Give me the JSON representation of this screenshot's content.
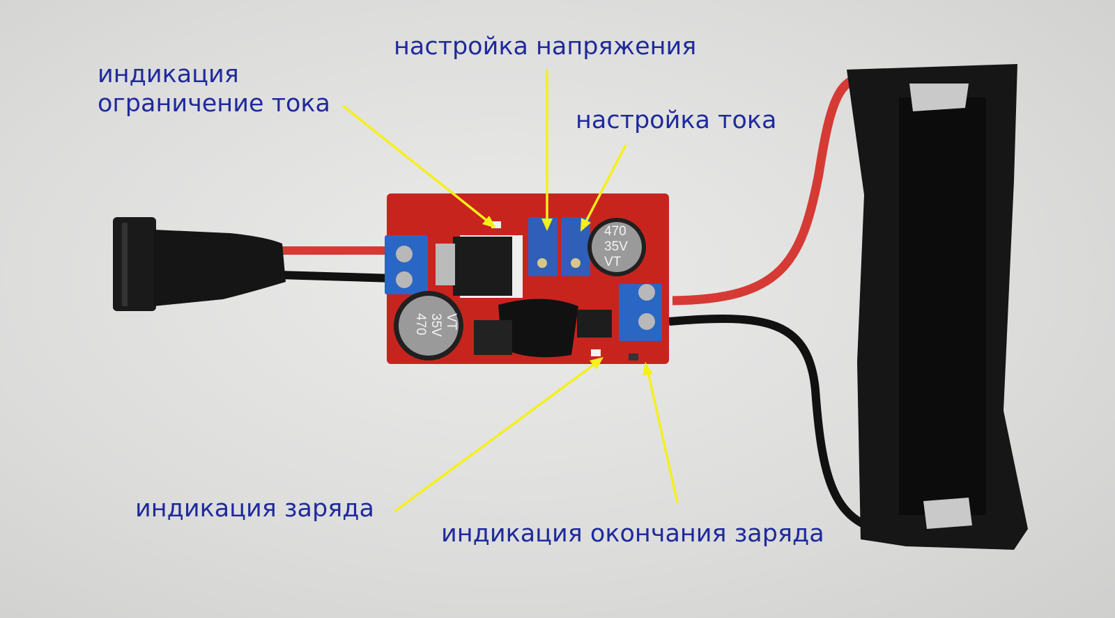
{
  "annotations": {
    "current_limit_indicator": {
      "line1": "индикация",
      "line2": "ограничение тока"
    },
    "voltage_adjust": "настройка напряжения",
    "current_adjust": "настройка тока",
    "charge_indicator": "индикация заряда",
    "charge_complete_indicator": "индикация окончания заряда"
  },
  "component_markings": {
    "capacitor_top": [
      "470",
      "35V",
      "VT"
    ],
    "capacitor_bottom": [
      "470",
      "35V",
      "VT"
    ]
  },
  "colors": {
    "label_text": "#1f2a9c",
    "arrow": "#f5f01a",
    "pcb": "#c8241e",
    "trimmer": "#2f5fb8",
    "terminal": "#2a66c4"
  }
}
